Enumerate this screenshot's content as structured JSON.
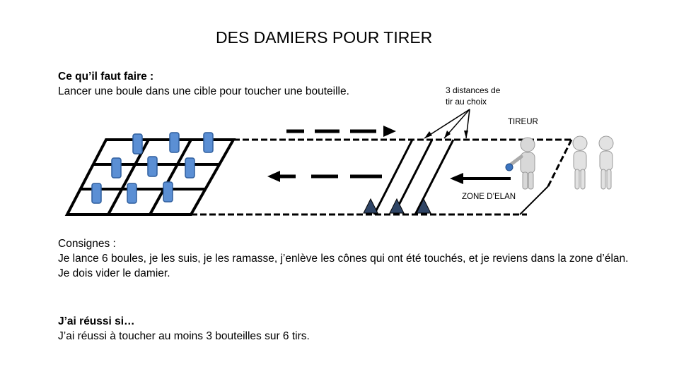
{
  "title": "DES DAMIERS POUR TIRER",
  "intro": {
    "heading": "Ce qu’il faut faire :",
    "text": "Lancer une boule dans une cible pour toucher une bouteille."
  },
  "diagram": {
    "distances_note_line1": "3 distances de",
    "distances_note_line2": "tir au choix",
    "shooter_label": "TIREUR",
    "zone_label": "ZONE D’ELAN",
    "colors": {
      "bottle": "#5b8fd4",
      "cone": "#2f4566",
      "line": "#000000"
    }
  },
  "consignes": {
    "heading": "Consignes :",
    "line1": "Je lance 6 boules, je les suis, je les ramasse, j’enlève les cônes qui ont été touchés, et je reviens dans la zone d’élan.",
    "line2": "Je dois vider le damier."
  },
  "success": {
    "heading": "J’ai réussi si…",
    "text": "J’ai réussi à toucher au moins 3 bouteilles sur 6 tirs."
  }
}
